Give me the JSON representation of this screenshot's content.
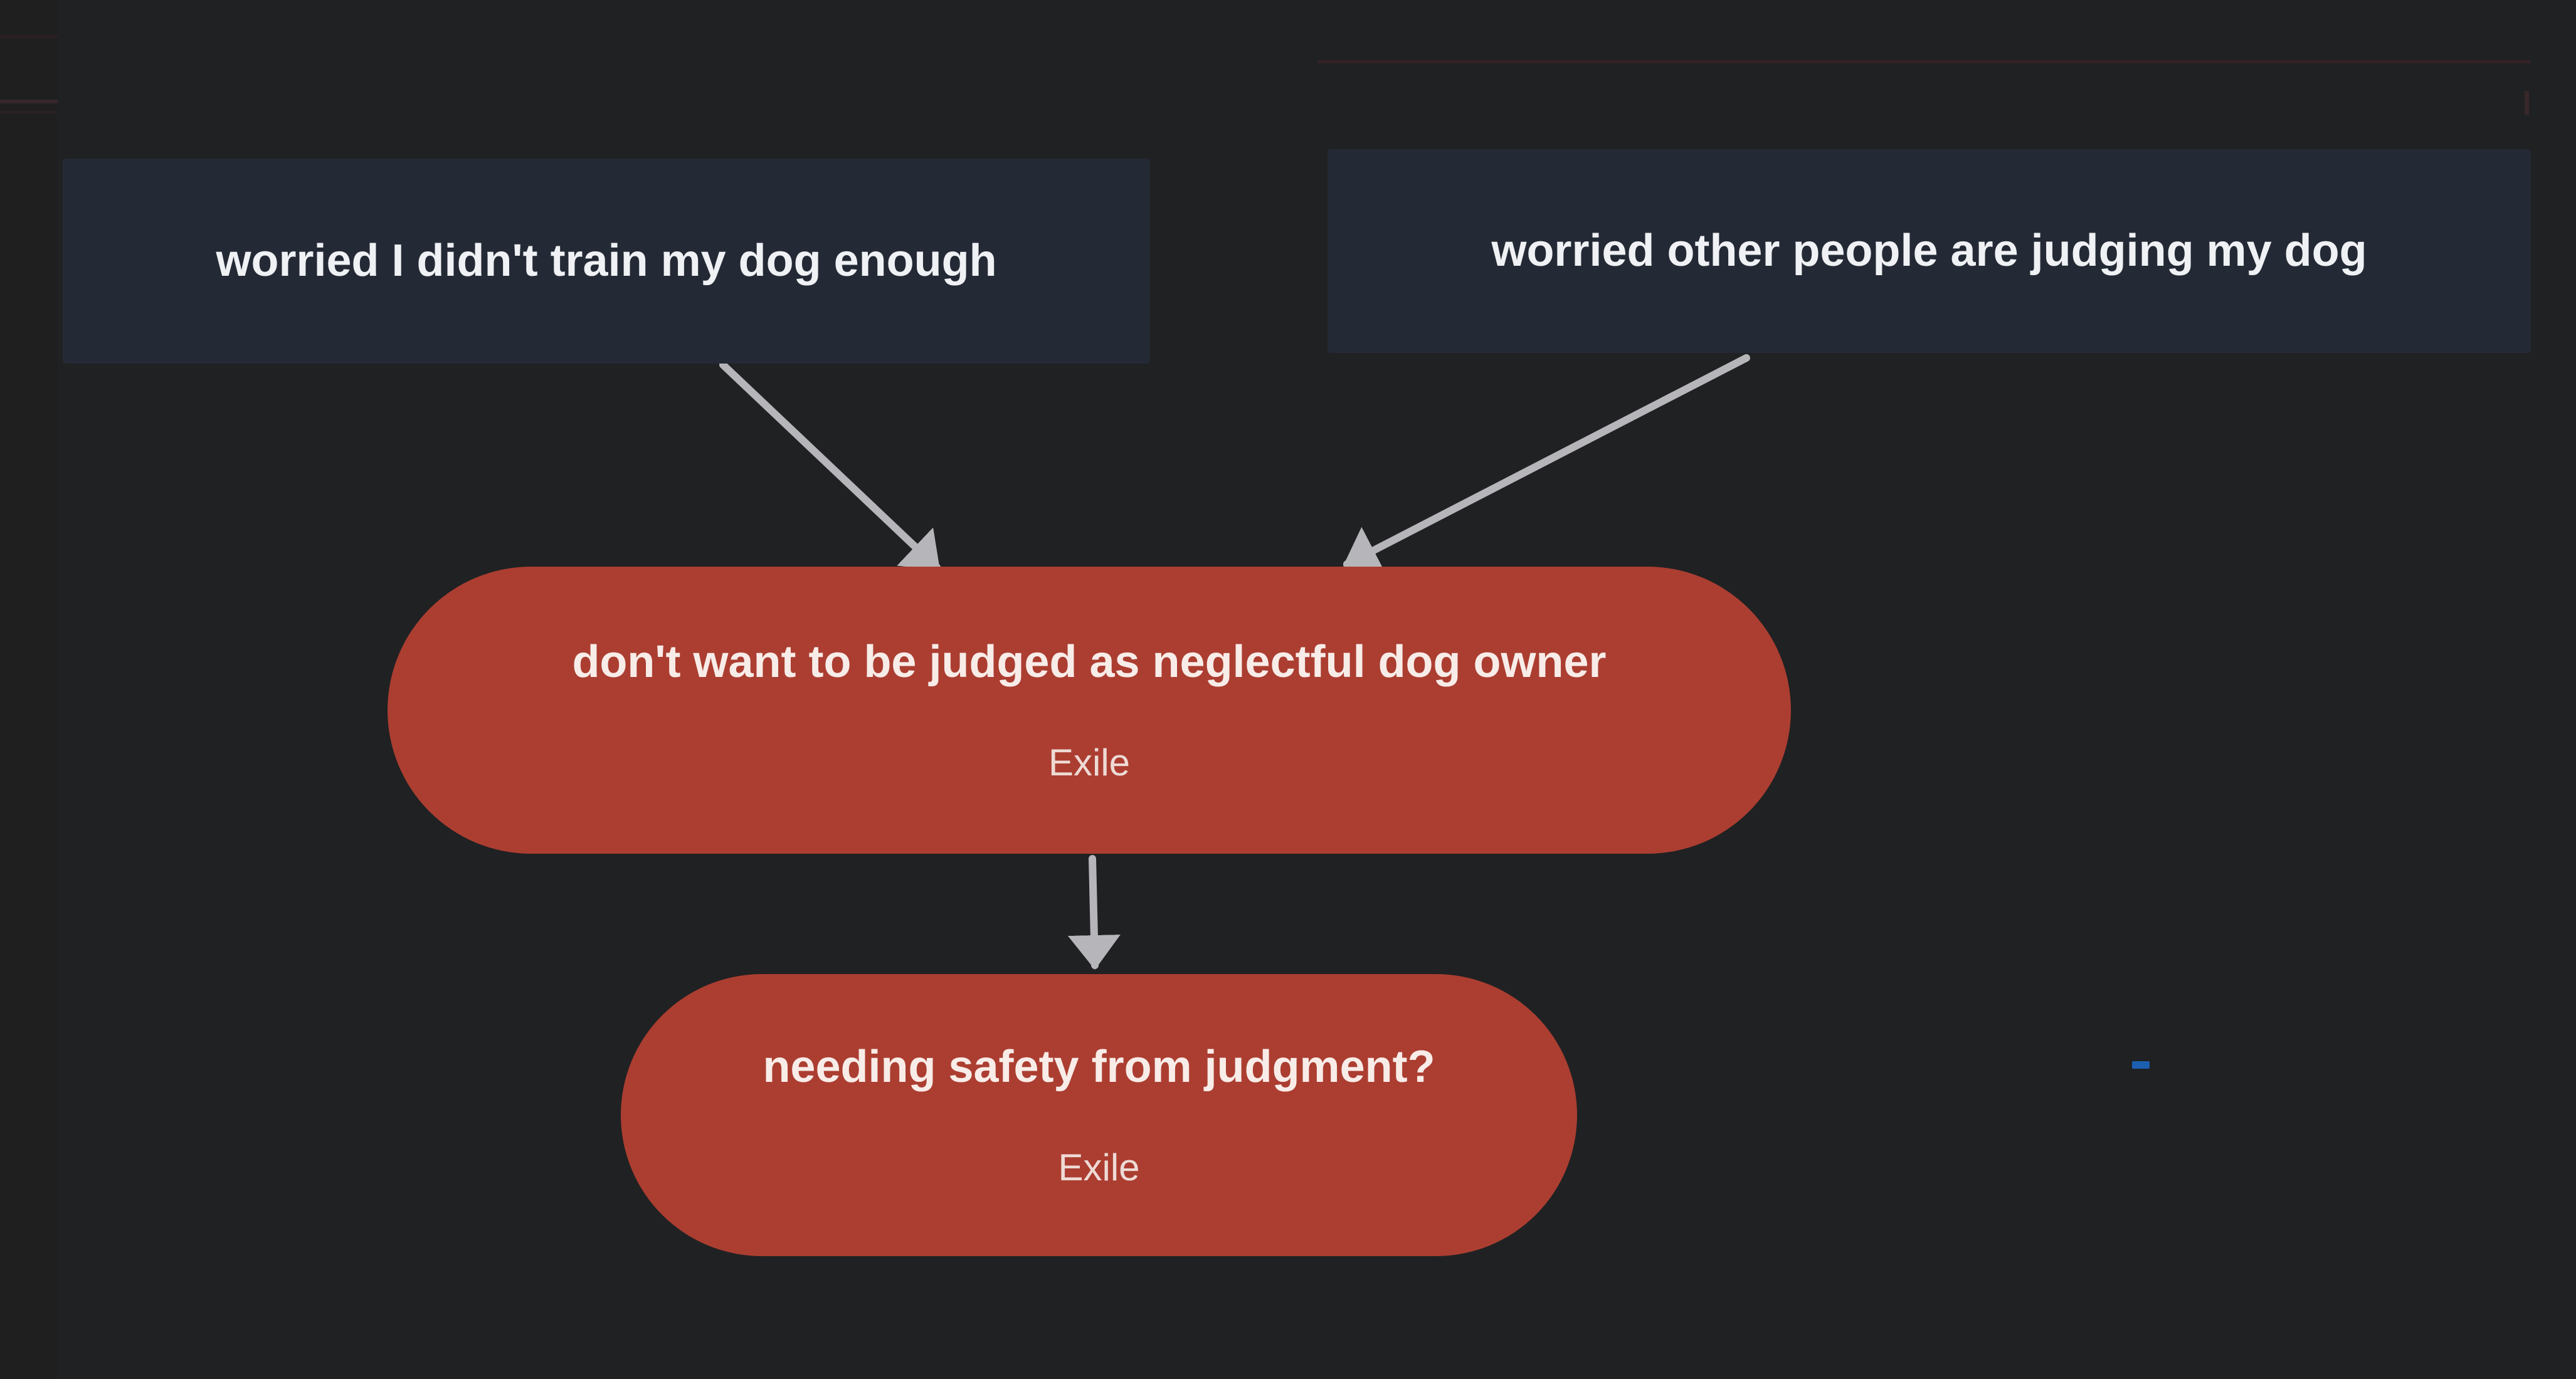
{
  "diagram": {
    "background_color": "#202122",
    "trigger_node_color": "#242a35",
    "part_node_color": "#ab3e31",
    "arrow_color": "#b6b6ba",
    "accent_line_color": "#332225",
    "blue_artifact_color": "#1c5fb0",
    "nodes": {
      "trigger_left": {
        "label": "worried I didn't train my dog enough"
      },
      "trigger_right": {
        "label": "worried other people are judging my dog"
      },
      "belief_main": {
        "label": "don't want to be judged as neglectful dog owner",
        "part": "Exile"
      },
      "belief_need": {
        "label": "needing safety from judgment?",
        "part": "Exile"
      }
    },
    "edges": [
      {
        "from": "trigger_left",
        "to": "belief_main"
      },
      {
        "from": "trigger_right",
        "to": "belief_main"
      },
      {
        "from": "belief_main",
        "to": "belief_need"
      }
    ]
  }
}
